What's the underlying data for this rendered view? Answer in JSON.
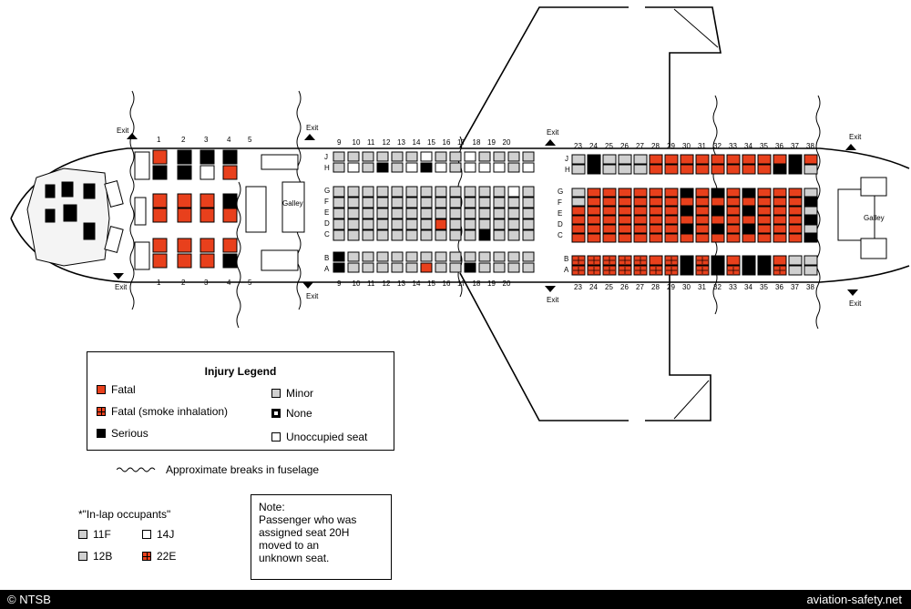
{
  "colors": {
    "fatal": "#e8401c",
    "serious": "#000000",
    "minor": "#d0d0d0",
    "unoccupied": "#ffffff"
  },
  "labels": {
    "exit": "Exit",
    "galley": "Galley",
    "fwd_row_numbers": [
      "1",
      "2",
      "3",
      "4",
      "5"
    ],
    "rows_9_20": [
      "9",
      "10",
      "11",
      "12",
      "13",
      "14",
      "15",
      "16",
      "17",
      "18",
      "19",
      "20"
    ],
    "rows_23_38": [
      "23",
      "24",
      "25",
      "26",
      "27",
      "28",
      "29",
      "30",
      "31",
      "32",
      "33",
      "34",
      "35",
      "36",
      "37",
      "38"
    ],
    "row_letters_top": [
      "J",
      "H"
    ],
    "row_letters_mid": [
      "G",
      "F",
      "E",
      "D",
      "C"
    ],
    "row_letters_bot": [
      "B",
      "A"
    ]
  },
  "legend": {
    "title": "Injury Legend",
    "fatal": "Fatal",
    "smoke": "Fatal (smoke inhalation)",
    "serious": "Serious",
    "minor": "Minor",
    "none": "None",
    "unoccupied": "Unoccupied seat"
  },
  "breaks_text": "Approximate breaks in fuselage",
  "inlap": {
    "title": "*\"In-lap occupants\"",
    "items": [
      "11F",
      "14J",
      "12B",
      "22E"
    ]
  },
  "note": {
    "title": "Note:",
    "text": "Passenger who was assigned seat 20H moved to an unknown seat."
  },
  "footer": {
    "left": "© NTSB",
    "right": "aviation-safety.net"
  }
}
